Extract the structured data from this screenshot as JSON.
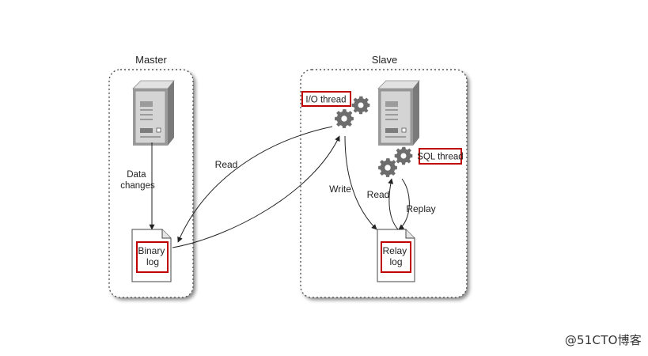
{
  "master": {
    "title": "Master",
    "data_changes_label": [
      "Data",
      "changes"
    ],
    "binary_log_label": [
      "Binary",
      "log"
    ]
  },
  "slave": {
    "title": "Slave",
    "io_thread_label": "I/O thread",
    "sql_thread_label": "SQL thread",
    "relay_log_label": [
      "Relay",
      "log"
    ]
  },
  "edges": {
    "read_binlog": "Read",
    "write_relay": "Write",
    "read_relay": "Read",
    "replay": "Replay"
  },
  "watermark": "@51CTO博客",
  "colors": {
    "highlight_box": "#c00000",
    "gear": "#6d6d6d",
    "server_body": "#cfcfcf",
    "dotted_border": "#555555",
    "arrow": "#222222"
  },
  "icons": [
    "server-icon",
    "gear-icon",
    "document-icon"
  ]
}
